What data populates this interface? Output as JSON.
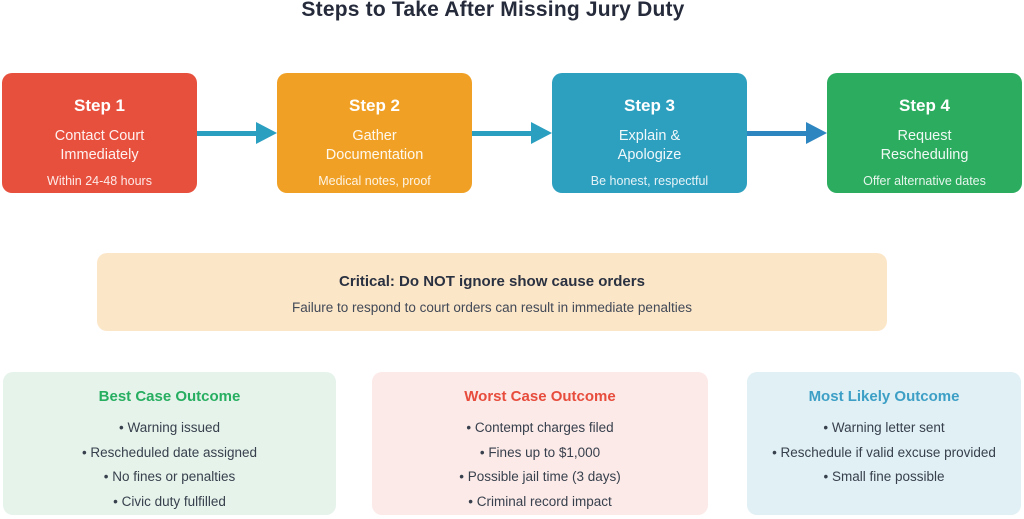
{
  "title": "Steps to Take After Missing Jury Duty",
  "steps": [
    {
      "label": "Step 1",
      "line1": "Contact Court",
      "line2": "Immediately",
      "note": "Within 24-48 hours",
      "color": "#E8503E"
    },
    {
      "label": "Step 2",
      "line1": "Gather",
      "line2": "Documentation",
      "note": "Medical notes, proof",
      "color": "#F0A125"
    },
    {
      "label": "Step 3",
      "line1": "Explain &",
      "line2": "Apologize",
      "note": "Be honest, respectful",
      "color": "#2D9FBF"
    },
    {
      "label": "Step 4",
      "line1": "Request",
      "line2": "Rescheduling",
      "note": "Offer alternative dates",
      "color": "#2BAC5F"
    }
  ],
  "arrows": [
    {
      "color": "#2B9FC0"
    },
    {
      "color": "#2B9FC0"
    },
    {
      "color": "#2E86C1"
    }
  ],
  "warning": {
    "title": "Critical: Do NOT ignore show cause orders",
    "body": "Failure to respond to court orders can result in immediate penalties",
    "background": "#FBE6C8"
  },
  "outcomes": [
    {
      "title": "Best Case Outcome",
      "title_color": "#27AE60",
      "background": "#E5F3EB",
      "items": [
        "Warning issued",
        "Rescheduled date assigned",
        "No fines or penalties",
        "Civic duty fulfilled"
      ]
    },
    {
      "title": "Worst Case Outcome",
      "title_color": "#E74C3C",
      "background": "#FBEAE8",
      "items": [
        "Contempt charges filed",
        "Fines up to $1,000",
        "Possible jail time (3 days)",
        "Criminal record impact"
      ]
    },
    {
      "title": "Most Likely Outcome",
      "title_color": "#3D9FC6",
      "background": "#E0F0F4",
      "items": [
        "Warning letter sent",
        "Reschedule if valid excuse provided",
        "Small fine possible"
      ]
    }
  ]
}
